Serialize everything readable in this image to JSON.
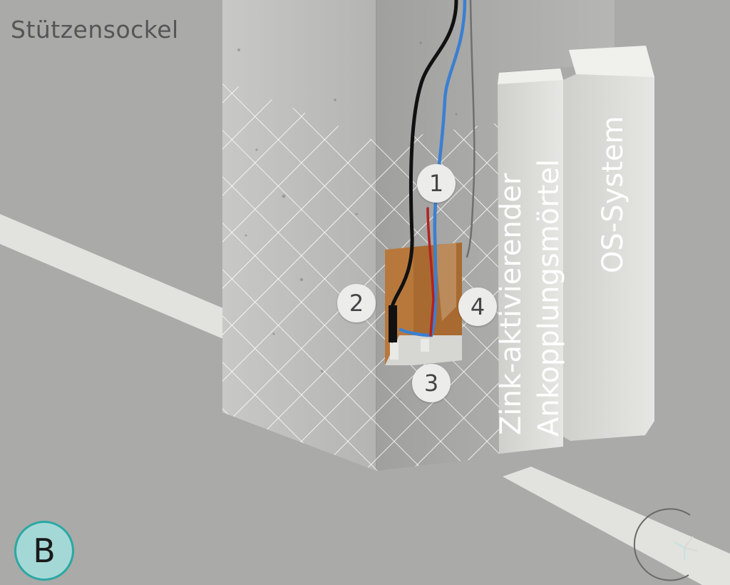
{
  "title": "Stützensockel",
  "layers": {
    "zink_line1": "Zink-aktivierender",
    "zink_line2": "Ankopplungsmörtel",
    "os_system": "OS-System"
  },
  "markers": [
    "1",
    "2",
    "3",
    "4"
  ],
  "figure_badge": "B",
  "colors": {
    "background": "#a9a9a7",
    "concrete": "#bdbdbb",
    "mortar_layer": "#d9d9d6",
    "os_layer": "#e3e3e1",
    "cable_black": "#111111",
    "cable_blue": "#3b7fd1",
    "cable_red": "#b22222",
    "cavity_wood": "#b8783c",
    "badge_fill": "#a4d8d6",
    "badge_ring": "#2ba8a3"
  },
  "icons": [
    "logo-arc-icon"
  ]
}
